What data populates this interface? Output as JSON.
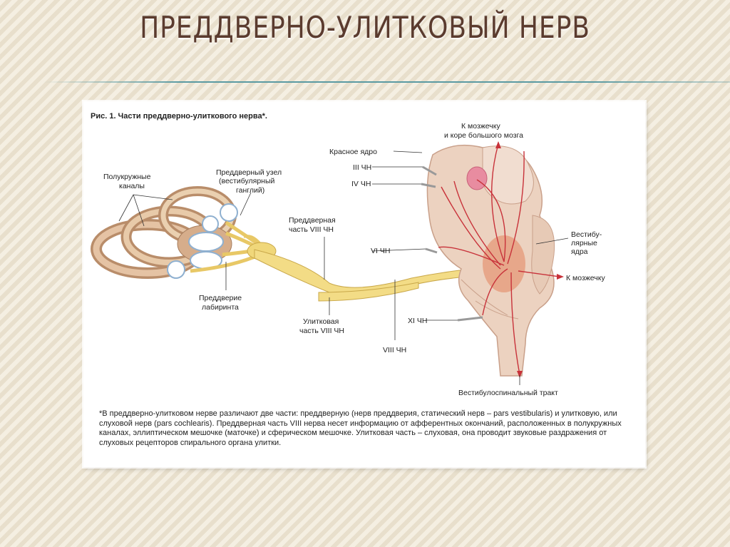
{
  "slide": {
    "title": "ПРЕДДВЕРНО-УЛИТКОВЫЙ НЕРВ"
  },
  "figure": {
    "heading": "Рис. 1. Части преддверно-улиткового нерва*.",
    "labels": {
      "semicircular_1": "Полукружные",
      "semicircular_2": "каналы",
      "ganglion_1": "Преддверный узел",
      "ganglion_2": "(вестибулярный",
      "ganglion_3": "ганглий)",
      "vest_part_1": "Преддверная",
      "vest_part_2": "часть VIII ЧН",
      "vestibule_1": "Преддверие",
      "vestibule_2": "лабиринта",
      "cochlear_1": "Улитковая",
      "cochlear_2": "часть VIII ЧН",
      "cn8": "VIII ЧН",
      "cerebellum_top_1": "К мозжечку",
      "cerebellum_top_2": "и коре большого мозга",
      "red_nucleus": "Красное ядро",
      "cn3": "III ЧН",
      "cn4": "IV ЧН",
      "cn6": "VI ЧН",
      "cn11": "XI ЧН",
      "vest_nuclei_1": "Вестибу-",
      "vest_nuclei_2": "лярные",
      "vest_nuclei_3": "ядра",
      "cerebellum_right": "К мозжечку",
      "tract": "Вестибулоспинальный тракт"
    },
    "caption": "*В преддверно-улитковом нерве различают две части: преддверную (нерв преддверия, статический нерв – pars vestibularis) и улитковую, или слуховой нерв (pars cochlearis). Преддверная часть VIII нерва несет информацию от афферентных окончаний, расположенных в полукружных каналах, эллиптическом мешочке (маточке) и сферическом мешочке. Улитковая часть – слуховая, она проводит звуковые раздражения от слуховых рецепторов спирального органа улитки."
  }
}
